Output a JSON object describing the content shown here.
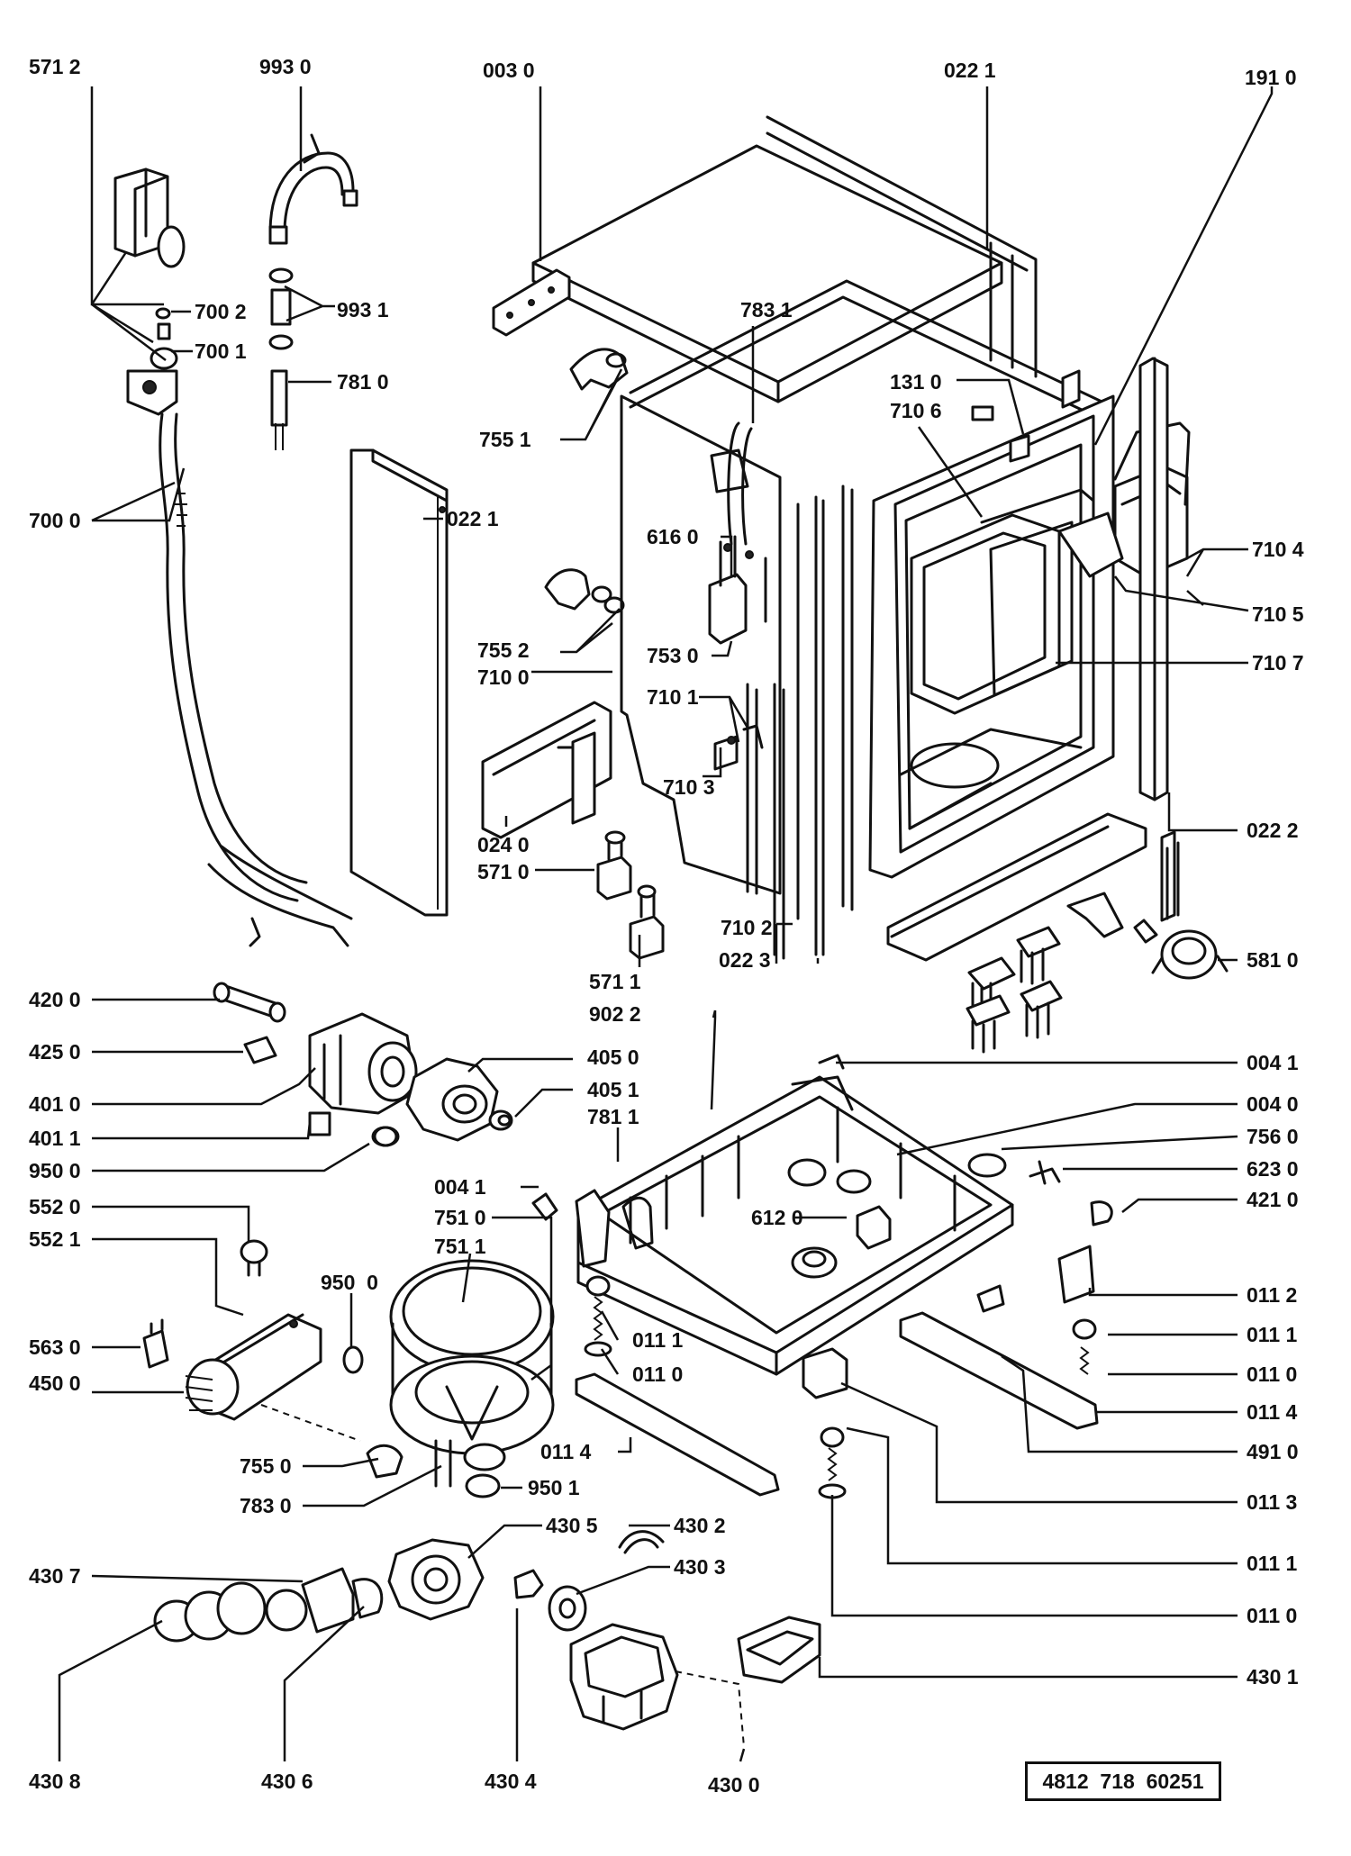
{
  "diagram": {
    "labels": {
      "l_571_2": "571 2",
      "l_993_0": "993 0",
      "l_003_0": "003 0",
      "l_022_1_top": "022 1",
      "l_191_0": "191 0",
      "l_700_2": "700 2",
      "l_993_1": "993 1",
      "l_700_1": "700 1",
      "l_781_0": "781 0",
      "l_783_1": "783 1",
      "l_131_0": "131 0",
      "l_710_6": "710 6",
      "l_755_1": "755 1",
      "l_700_0": "700 0",
      "l_022_1_side": "022 1",
      "l_616_0": "616 0",
      "l_710_4": "710 4",
      "l_710_5": "710 5",
      "l_755_2": "755 2",
      "l_753_0": "753 0",
      "l_710_7": "710 7",
      "l_710_0": "710 0",
      "l_710_1": "710 1",
      "l_710_3": "710 3",
      "l_022_2": "022 2",
      "l_024_0": "024 0",
      "l_571_0": "571 0",
      "l_710_2": "710 2",
      "l_022_3": "022 3",
      "l_581_0": "581 0",
      "l_571_1": "571 1",
      "l_420_0": "420 0",
      "l_902_2": "902 2",
      "l_425_0": "425 0",
      "l_405_0": "405 0",
      "l_004_1_r": "004 1",
      "l_401_0": "401 0",
      "l_405_1": "405 1",
      "l_004_0": "004 0",
      "l_781_1": "781 1",
      "l_401_1": "401 1",
      "l_756_0": "756 0",
      "l_950_0_l": "950 0",
      "l_623_0": "623 0",
      "l_004_1_m": "004 1",
      "l_552_0": "552 0",
      "l_751_0": "751 0",
      "l_612_0": "612 0",
      "l_421_0": "421 0",
      "l_751_1": "751 1",
      "l_552_1": "552 1",
      "l_950_0_m": "950  0",
      "l_011_2": "011 2",
      "l_563_0": "563 0",
      "l_011_1_m": "011 1",
      "l_011_1_r": "011 1",
      "l_450_0": "450 0",
      "l_011_0_m": "011 0",
      "l_011_0_r": "011 0",
      "l_011_4_r": "011 4",
      "l_011_4_m": "011 4",
      "l_491_0": "491 0",
      "l_755_0": "755 0",
      "l_950_1": "950 1",
      "l_011_3": "011 3",
      "l_783_0": "783 0",
      "l_430_2": "430 2",
      "l_430_5": "430 5",
      "l_011_1_b": "011 1",
      "l_430_7": "430 7",
      "l_430_3": "430 3",
      "l_011_0_b": "011 0",
      "l_430_1": "430 1",
      "l_430_8": "430 8",
      "l_430_6": "430 6",
      "l_430_4": "430 4",
      "l_430_0": "430 0"
    },
    "document_number": "4812  718  60251"
  }
}
